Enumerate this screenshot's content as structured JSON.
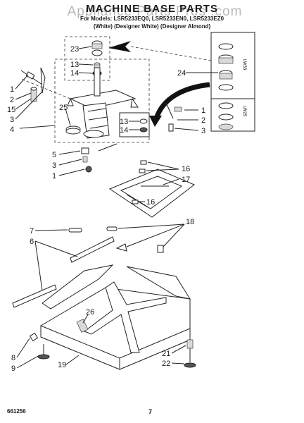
{
  "header": {
    "watermark": "Appliance Parts Pros .com",
    "title": "MACHINE BASE PARTS",
    "subtitle_models": "For Models: LSR5233EQ0, LSR5233EN0, LSR5233EZ0",
    "subtitle_colors": "(White) (Designer White) (Designer Almond)"
  },
  "side_panel": {
    "upper_label": "LW33",
    "lower_label": "LW25"
  },
  "callouts": {
    "c23": "23",
    "c13a": "13",
    "c14a": "14",
    "c1a": "1",
    "c2a": "2",
    "c15": "15",
    "c3a": "3",
    "c4": "4",
    "c25": "25",
    "c24": "24",
    "c1b": "1",
    "c2b": "2",
    "c3b": "3",
    "c13b": "13",
    "c14b": "14",
    "c5": "5",
    "c3c": "3",
    "c1c": "1",
    "c16a": "16",
    "c17": "17",
    "c16b": "16",
    "c18": "18",
    "c7": "7",
    "c6": "6",
    "c26": "26",
    "c8": "8",
    "c9": "9",
    "c19": "19",
    "c21": "21",
    "c22": "22"
  },
  "footer": {
    "code": "661256",
    "page": "7"
  }
}
